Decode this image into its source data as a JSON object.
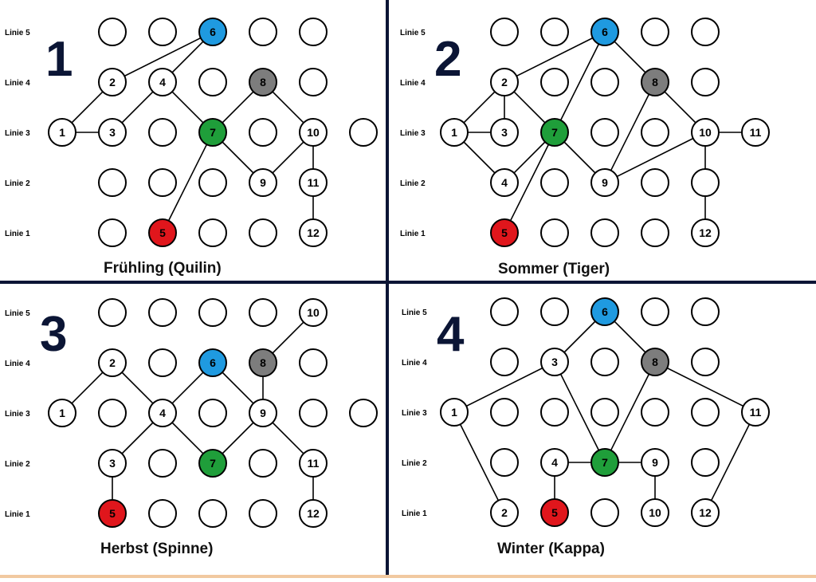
{
  "colors": {
    "line": "#000000",
    "circle_stroke": "#000000",
    "circle_fill": "#ffffff",
    "divider": "#0b1535",
    "big_number": "#0b1535",
    "red": "#e0161c",
    "blue": "#1f9ae0",
    "green": "#1f9e3a",
    "grey": "#7d7d7d"
  },
  "line_labels": [
    "Linie 5",
    "Linie 4",
    "Linie 3",
    "Linie 2",
    "Linie 1"
  ],
  "panels": [
    {
      "id": "1",
      "title": "Frühling (Quilin)",
      "labels": [
        {
          "label": "1",
          "line": 3,
          "col": 0
        },
        {
          "label": "2",
          "line": 4,
          "col": 1
        },
        {
          "label": "3",
          "line": 3,
          "col": 1
        },
        {
          "label": "4",
          "line": 4,
          "col": 2
        },
        {
          "label": "5",
          "line": 1,
          "col": 2,
          "color": "red"
        },
        {
          "label": "6",
          "line": 5,
          "col": 3,
          "color": "blue"
        },
        {
          "label": "7",
          "line": 3,
          "col": 3,
          "color": "green"
        },
        {
          "label": "8",
          "line": 4,
          "col": 4,
          "color": "grey"
        },
        {
          "label": "9",
          "line": 2,
          "col": 4
        },
        {
          "label": "10",
          "line": 3,
          "col": 5
        },
        {
          "label": "11",
          "line": 2,
          "col": 5
        },
        {
          "label": "12",
          "line": 1,
          "col": 5
        }
      ],
      "edges": [
        [
          "1",
          "2"
        ],
        [
          "1",
          "3"
        ],
        [
          "2",
          "6"
        ],
        [
          "3",
          "4"
        ],
        [
          "4",
          "6"
        ],
        [
          "4",
          "7"
        ],
        [
          "7",
          "8"
        ],
        [
          "7",
          "5"
        ],
        [
          "8",
          "10"
        ],
        [
          "10",
          "9"
        ],
        [
          "9",
          "7"
        ],
        [
          "10",
          "11"
        ],
        [
          "11",
          "12"
        ]
      ]
    },
    {
      "id": "2",
      "title": "Sommer (Tiger)",
      "labels": [
        {
          "label": "1",
          "line": 3,
          "col": 0
        },
        {
          "label": "2",
          "line": 4,
          "col": 1
        },
        {
          "label": "3",
          "line": 3,
          "col": 1
        },
        {
          "label": "4",
          "line": 2,
          "col": 1
        },
        {
          "label": "5",
          "line": 1,
          "col": 1,
          "color": "red"
        },
        {
          "label": "6",
          "line": 5,
          "col": 3,
          "color": "blue"
        },
        {
          "label": "7",
          "line": 3,
          "col": 2,
          "color": "green"
        },
        {
          "label": "8",
          "line": 4,
          "col": 4,
          "color": "grey"
        },
        {
          "label": "9",
          "line": 2,
          "col": 3
        },
        {
          "label": "10",
          "line": 3,
          "col": 5
        },
        {
          "label": "11",
          "line": 3,
          "col": 6
        },
        {
          "label": "12",
          "line": 1,
          "col": 5
        }
      ],
      "edges": [
        [
          "1",
          "2"
        ],
        [
          "1",
          "3"
        ],
        [
          "1",
          "4"
        ],
        [
          "2",
          "3"
        ],
        [
          "2",
          "6"
        ],
        [
          "2",
          "7"
        ],
        [
          "4",
          "7"
        ],
        [
          "7",
          "6"
        ],
        [
          "7",
          "5"
        ],
        [
          "7",
          "9"
        ],
        [
          "6",
          "8"
        ],
        [
          "8",
          "9"
        ],
        [
          "8",
          "10"
        ],
        [
          "9",
          "10"
        ],
        [
          "10",
          "11"
        ],
        [
          "10",
          "12"
        ]
      ]
    },
    {
      "id": "3",
      "title": "Herbst (Spinne)",
      "labels": [
        {
          "label": "1",
          "line": 3,
          "col": 0
        },
        {
          "label": "2",
          "line": 4,
          "col": 1
        },
        {
          "label": "3",
          "line": 2,
          "col": 1
        },
        {
          "label": "4",
          "line": 3,
          "col": 2
        },
        {
          "label": "5",
          "line": 1,
          "col": 1,
          "color": "red"
        },
        {
          "label": "6",
          "line": 4,
          "col": 3,
          "color": "blue"
        },
        {
          "label": "7",
          "line": 2,
          "col": 3,
          "color": "green"
        },
        {
          "label": "8",
          "line": 4,
          "col": 4,
          "color": "grey"
        },
        {
          "label": "9",
          "line": 3,
          "col": 4
        },
        {
          "label": "10",
          "line": 5,
          "col": 5
        },
        {
          "label": "11",
          "line": 2,
          "col": 5
        },
        {
          "label": "12",
          "line": 1,
          "col": 5
        }
      ],
      "edges": [
        [
          "1",
          "2"
        ],
        [
          "2",
          "4"
        ],
        [
          "4",
          "3"
        ],
        [
          "3",
          "5"
        ],
        [
          "4",
          "6"
        ],
        [
          "6",
          "9"
        ],
        [
          "4",
          "7"
        ],
        [
          "7",
          "9"
        ],
        [
          "9",
          "8"
        ],
        [
          "8",
          "10"
        ],
        [
          "9",
          "11"
        ],
        [
          "11",
          "12"
        ]
      ]
    },
    {
      "id": "4",
      "title": "Winter (Kappa)",
      "labels": [
        {
          "label": "1",
          "line": 3,
          "col": 0
        },
        {
          "label": "2",
          "line": 1,
          "col": 1
        },
        {
          "label": "3",
          "line": 4,
          "col": 2
        },
        {
          "label": "4",
          "line": 2,
          "col": 2
        },
        {
          "label": "5",
          "line": 1,
          "col": 2,
          "color": "red"
        },
        {
          "label": "6",
          "line": 5,
          "col": 3,
          "color": "blue"
        },
        {
          "label": "7",
          "line": 2,
          "col": 3,
          "color": "green"
        },
        {
          "label": "8",
          "line": 4,
          "col": 4,
          "color": "grey"
        },
        {
          "label": "9",
          "line": 2,
          "col": 4
        },
        {
          "label": "10",
          "line": 1,
          "col": 4
        },
        {
          "label": "11",
          "line": 3,
          "col": 6
        },
        {
          "label": "12",
          "line": 1,
          "col": 5
        }
      ],
      "edges": [
        [
          "1",
          "3"
        ],
        [
          "1",
          "2"
        ],
        [
          "3",
          "6"
        ],
        [
          "3",
          "7"
        ],
        [
          "4",
          "7"
        ],
        [
          "4",
          "5"
        ],
        [
          "7",
          "9"
        ],
        [
          "6",
          "8"
        ],
        [
          "8",
          "7"
        ],
        [
          "8",
          "11"
        ],
        [
          "9",
          "10"
        ],
        [
          "11",
          "12"
        ]
      ]
    }
  ]
}
